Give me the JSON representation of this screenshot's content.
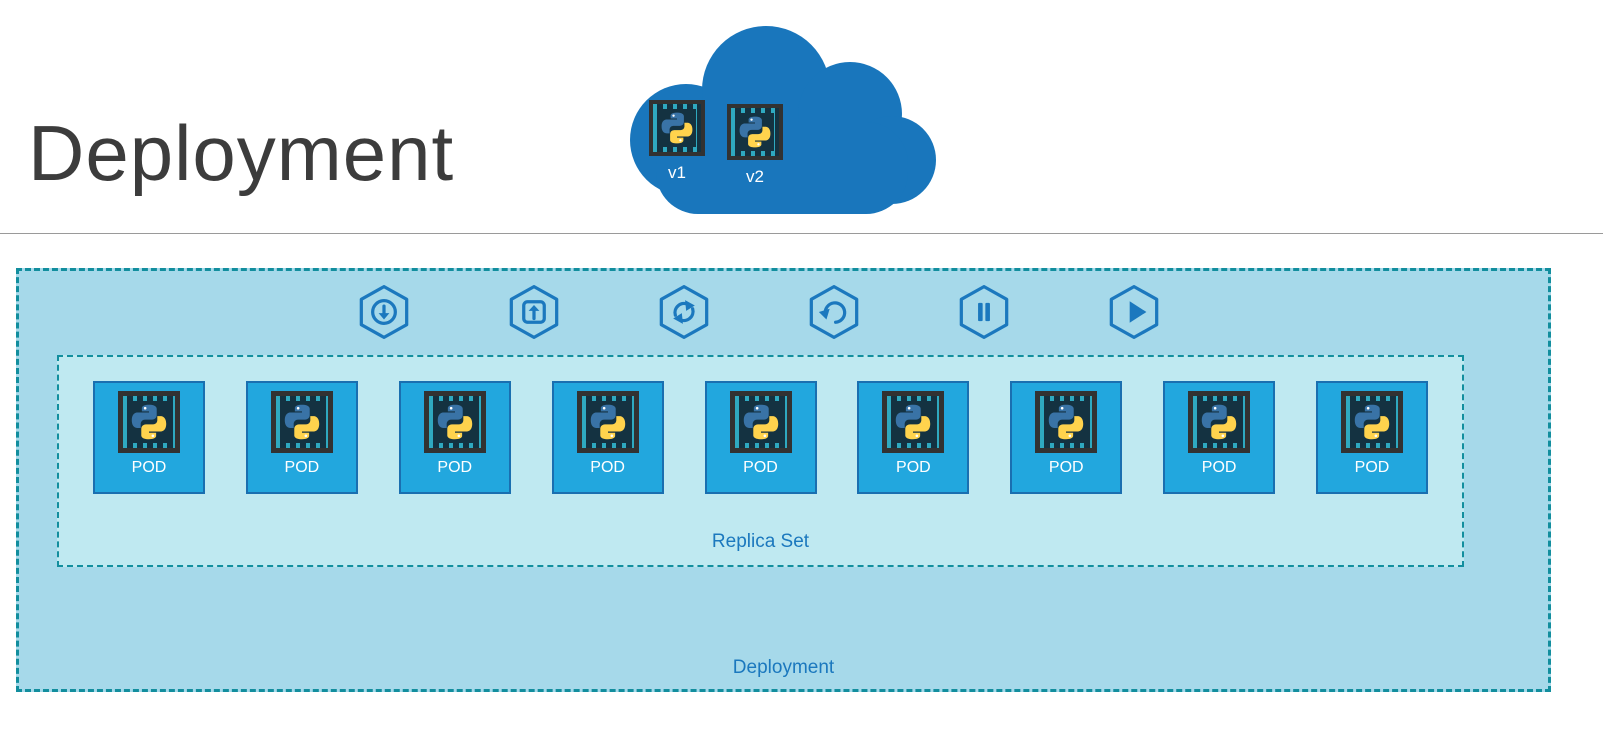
{
  "title": "Deployment",
  "cloud": {
    "containers": [
      {
        "label": "v1"
      },
      {
        "label": "v2"
      }
    ]
  },
  "toolbar": {
    "icons": [
      {
        "name": "scale-down-icon"
      },
      {
        "name": "scale-up-icon"
      },
      {
        "name": "rolling-update-icon"
      },
      {
        "name": "rollback-icon"
      },
      {
        "name": "pause-icon"
      },
      {
        "name": "play-icon"
      }
    ]
  },
  "deployment": {
    "label": "Deployment",
    "replica_set": {
      "label": "Replica Set",
      "pods": [
        {
          "label": "POD"
        },
        {
          "label": "POD"
        },
        {
          "label": "POD"
        },
        {
          "label": "POD"
        },
        {
          "label": "POD"
        },
        {
          "label": "POD"
        },
        {
          "label": "POD"
        },
        {
          "label": "POD"
        },
        {
          "label": "POD"
        }
      ]
    }
  },
  "colors": {
    "accent_blue": "#1b78be",
    "cloud_blue": "#1976bc",
    "pod_fill": "#22a7de",
    "pod_border": "#1a6fb0",
    "outer_box_fill": "#a6d9ea",
    "inner_box_fill": "#bfe9f1",
    "dashed_border_teal": "#128e9e",
    "python_blue": "#3973a6",
    "python_yellow": "#ffd34d"
  }
}
